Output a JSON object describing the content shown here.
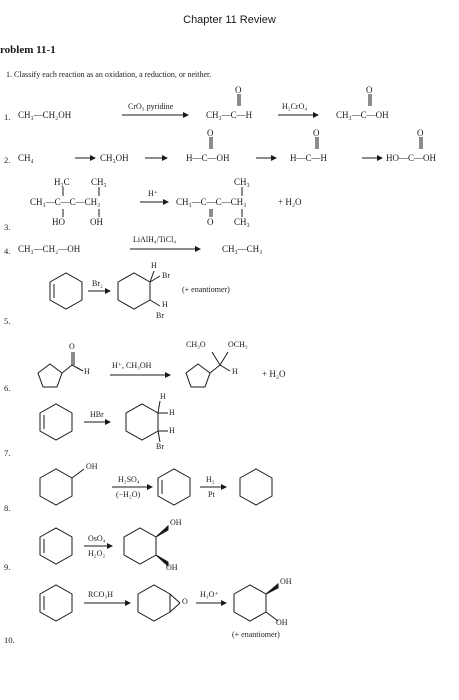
{
  "header": {
    "title": "Chapter 11 Review"
  },
  "problem": {
    "title": "roblem 11-1",
    "instruction": "1. Classify each reaction as an oxidation, a reduction, or neither."
  },
  "labels": {
    "n1": "1.",
    "n2": "2.",
    "n3": "3.",
    "n4": "4.",
    "n5": "5.",
    "n6": "6.",
    "n7": "7.",
    "n8": "8.",
    "n9": "9.",
    "n10": "10."
  },
  "reactions": {
    "r1": {
      "reactant": "CH₃—CH₂OH",
      "reagent": "CrO₃ pyridine",
      "reagent2": "H₂CrO₄",
      "p1_left": "CH₃—C—H",
      "p2_left": "CH₃—C—OH",
      "o": "O"
    },
    "r2": {
      "a": "CH₄",
      "b": "CH₃OH",
      "c": "H—C—OH",
      "d": "H—C—H",
      "e": "HO—C—OH",
      "o": "O"
    },
    "r3": {
      "top1": "H₃C",
      "top2": "CH₃",
      "mid": "CH₃—C—C—CH₃",
      "bot1": "HO",
      "bot2": "OH",
      "reagent": "H⁺",
      "p_top": "CH₃",
      "p_mid": "CH₃—C—C—CH₃",
      "p_tail": "+ H₂O",
      "p_bot_o": "O",
      "p_bot": "CH₃"
    },
    "r4": {
      "reactant": "CH₃—CH₂—OH",
      "reagent": "LiAlH₄/TiCl₄",
      "product": "CH₃—CH₃"
    },
    "r5": {
      "reagent": "Br₂",
      "h1": "H",
      "br1": "Br",
      "h2": "H",
      "br2": "Br",
      "note": "(+ enantiomer)"
    },
    "r6": {
      "o": "O",
      "h": "H",
      "reagent": "H⁺, CH₃OH",
      "och3_l": "CH₃O",
      "och3_r": "OCH₃",
      "ph": "H",
      "plus": "+ H₂O"
    },
    "r7": {
      "reagent": "HBr",
      "h1": "H",
      "h2": "H",
      "h3": "H",
      "br": "Br"
    },
    "r8": {
      "oh": "OH",
      "reagent": "H₂SO₄",
      "reagent2": "(−H₂O)",
      "h2": "H₂",
      "pt": "Pt"
    },
    "r9": {
      "reagent": "OsO₄",
      "reagent2": "H₂O₂",
      "oh1": "OH",
      "oh2": "OH"
    },
    "r10": {
      "reagent": "RCO₃H",
      "o": "O",
      "reagent2": "H₃O⁺",
      "oh1": "OH",
      "oh2": "OH",
      "note": "(+ enantiomer)"
    }
  }
}
